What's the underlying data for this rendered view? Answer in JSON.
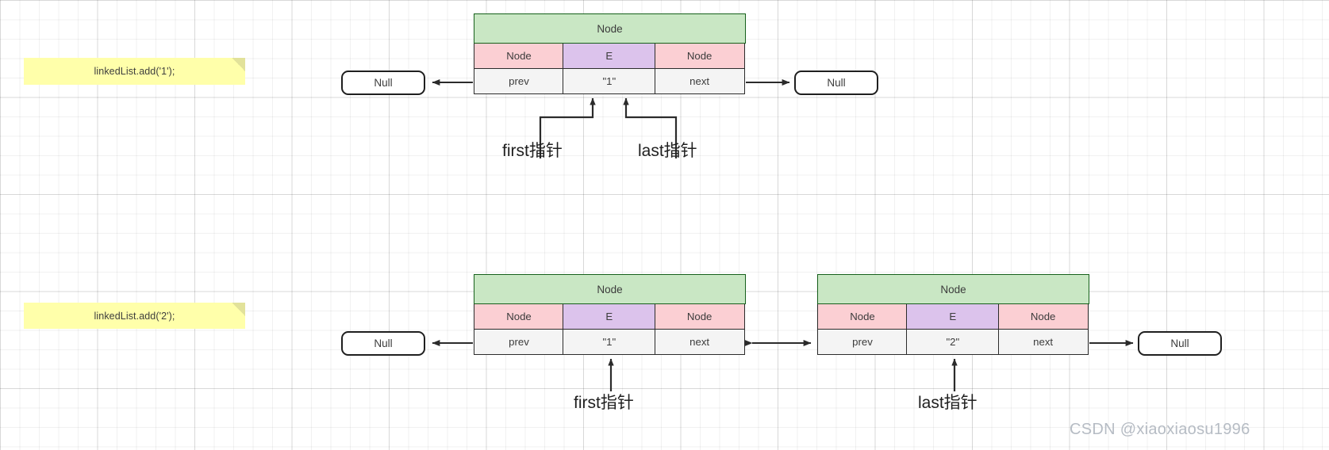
{
  "diagram": {
    "title": "LinkedList add operations",
    "colors": {
      "note_bg": "#ffffaa",
      "node_header_bg": "#c9e7c4",
      "node_header_border": "#16601b",
      "type_node_bg": "#fbcfd3",
      "type_e_bg": "#dcc3ec",
      "value_bg": "#f4f4f4",
      "line": "#2b2b2b",
      "watermark": "#b6bcc4"
    }
  },
  "steps": [
    {
      "note": "linkedList.add('1');",
      "left_null": "Null",
      "right_null": "Null",
      "nodes": [
        {
          "header": "Node",
          "types": [
            "Node",
            "E",
            "Node"
          ],
          "values": [
            "prev",
            "\"1\"",
            "next"
          ]
        }
      ],
      "pointers": [
        {
          "label": "first指针"
        },
        {
          "label": "last指针"
        }
      ]
    },
    {
      "note": "linkedList.add('2');",
      "left_null": "Null",
      "right_null": "Null",
      "nodes": [
        {
          "header": "Node",
          "types": [
            "Node",
            "E",
            "Node"
          ],
          "values": [
            "prev",
            "\"1\"",
            "next"
          ]
        },
        {
          "header": "Node",
          "types": [
            "Node",
            "E",
            "Node"
          ],
          "values": [
            "prev",
            "\"2\"",
            "next"
          ]
        }
      ],
      "pointers": [
        {
          "label": "first指针"
        },
        {
          "label": "last指针"
        }
      ]
    }
  ],
  "watermark": "CSDN @xiaoxiaosu1996"
}
